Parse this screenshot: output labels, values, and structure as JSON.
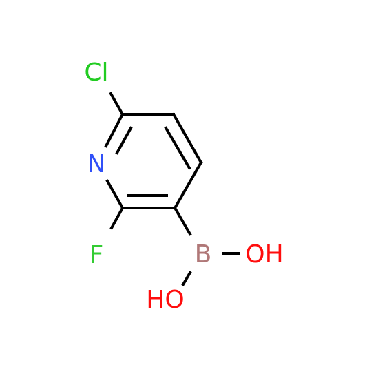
{
  "molecule": {
    "atoms": {
      "chlorine": {
        "label": "Cl",
        "color": "#22cc22"
      },
      "nitrogen": {
        "label": "N",
        "color": "#3050f8"
      },
      "fluorine": {
        "label": "F",
        "color": "#33cc33"
      },
      "boron": {
        "label": "B",
        "color": "#b07878"
      },
      "hydroxyl_right": {
        "label": "OH",
        "color": "#ff0d0d"
      },
      "hydroxyl_bottom": {
        "label": "HO",
        "color": "#ff0d0d"
      }
    },
    "bond_color": "#000000",
    "background": "#ffffff"
  }
}
